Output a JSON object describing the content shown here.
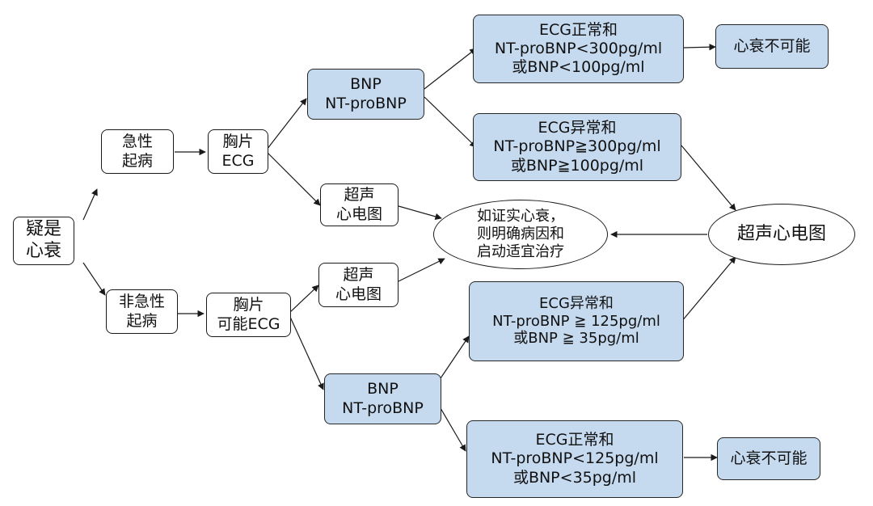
{
  "nodes": {
    "suspected_hf": [
      "疑是",
      "心衰"
    ],
    "acute_onset": [
      "急性",
      "起病"
    ],
    "nonacute_onset": [
      "非急性",
      "起病"
    ],
    "acute_chest_ecg": [
      "胸片",
      "ECG"
    ],
    "nonacute_chest_ecg": [
      "胸片",
      "可能ECG"
    ],
    "acute_bnp": [
      "BNP",
      "NT-proBNP"
    ],
    "nonacute_bnp": [
      "BNP",
      "NT-proBNP"
    ],
    "acute_echo": [
      "超声",
      "心电图"
    ],
    "nonacute_echo": [
      "超声",
      "心电图"
    ],
    "acute_normal": [
      "ECG正常和",
      "NT-proBNP<300pg/ml",
      "或BNP<100pg/ml"
    ],
    "acute_abnormal": [
      "ECG异常和",
      "NT-proBNP≧300pg/ml",
      "或BNP≧100pg/ml"
    ],
    "nonacute_abnormal": [
      "ECG异常和",
      "NT-proBNP ≧ 125pg/ml",
      "或BNP ≧ 35pg/ml"
    ],
    "nonacute_normal": [
      "ECG正常和",
      "NT-proBNP<125pg/ml",
      "或BNP<35pg/ml"
    ],
    "hf_unlikely_top": [
      "心衰不可能"
    ],
    "hf_unlikely_bottom": [
      "心衰不可能"
    ],
    "echo_right": [
      "超声心电图"
    ],
    "confirm": [
      "如证实心衰，",
      "则明确病因和",
      "启动适宜治疗"
    ]
  },
  "colors": {
    "box_fill_blue": "#c5d9ef",
    "box_fill_white": "#ffffff",
    "stroke": "#1a1a1a"
  }
}
